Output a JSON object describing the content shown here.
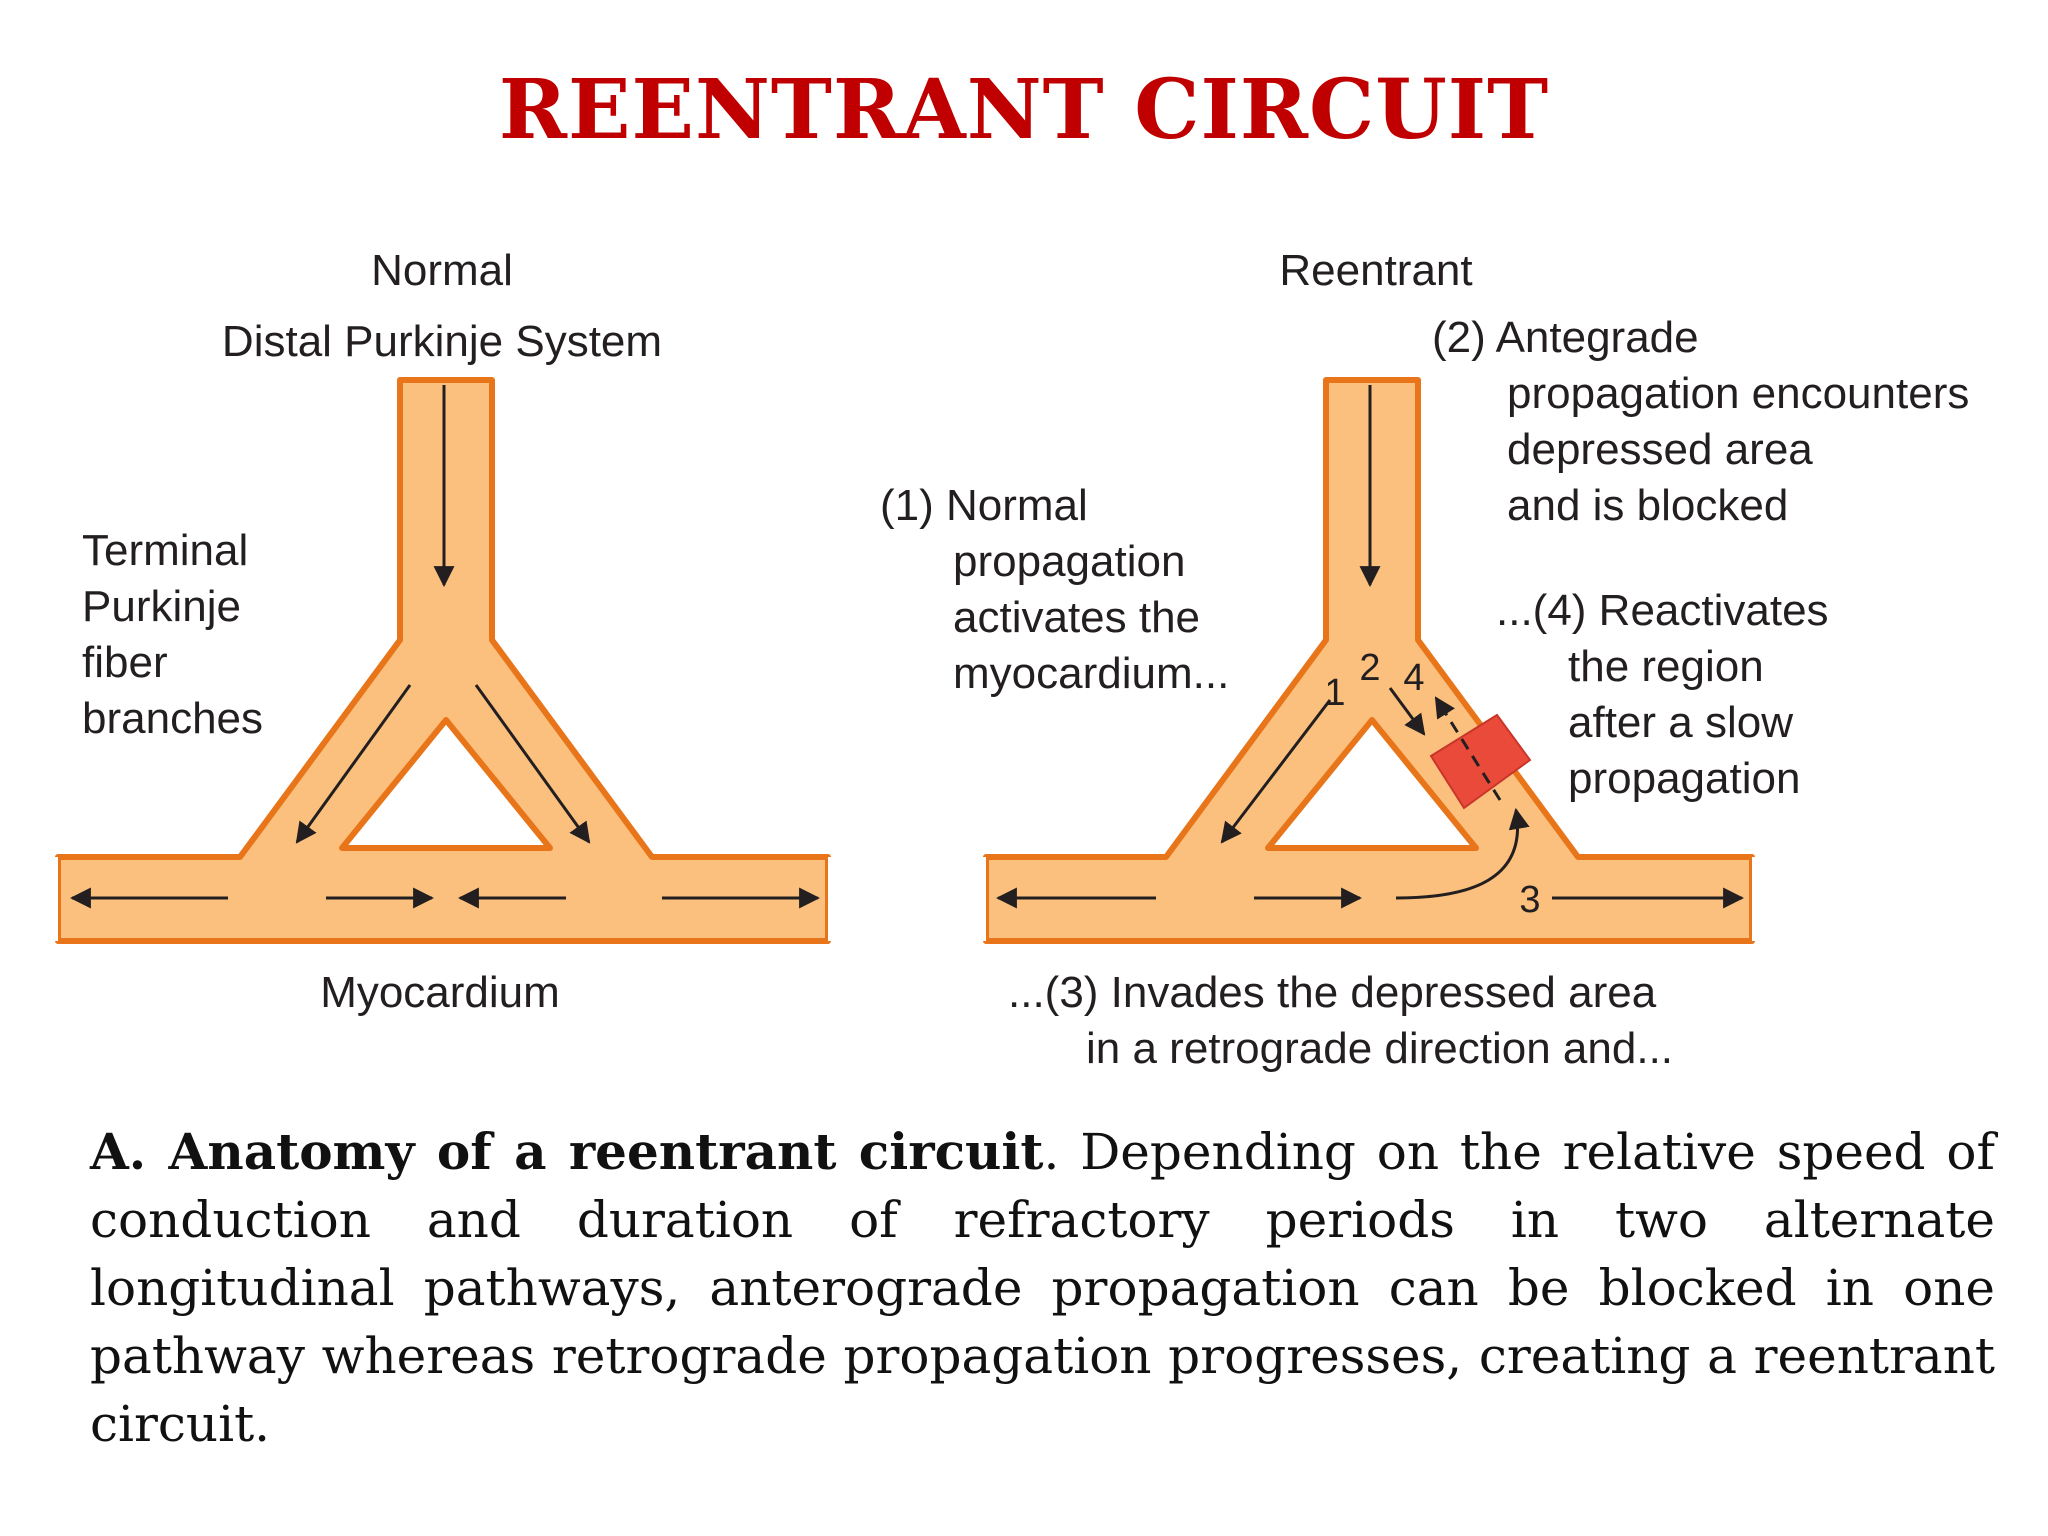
{
  "title": "REENTRANT CIRCUIT",
  "colors": {
    "title": "#c00000",
    "fiber_fill": "#fbc07e",
    "fiber_edge": "#e8751a",
    "blocked_zone": "#ea4a3a",
    "text": "#231f20"
  },
  "normal_panel": {
    "heading": "Normal",
    "subheading": "Distal Purkinje System",
    "branches_label": [
      "Terminal",
      "Purkinje",
      "fiber",
      "branches"
    ],
    "bottom_label": "Myocardium"
  },
  "reentrant_panel": {
    "heading": "Reentrant",
    "step1": [
      "(1) Normal",
      "propagation",
      "activates the",
      "myocardium..."
    ],
    "step2": [
      "(2) Antegrade",
      "propagation encounters",
      "depressed area",
      "and is blocked"
    ],
    "step4": [
      "...(4) Reactivates",
      "the region",
      "after a slow",
      "propagation"
    ],
    "step3": [
      "...(3) Invades the depressed area",
      "in a retrograde direction and..."
    ],
    "markers": [
      "1",
      "2",
      "4",
      "3"
    ]
  },
  "caption": {
    "bold": "A. Anatomy of a reentrant circuit",
    "text": ". Depending on the relative speed of conduction and duration of refractory periods in two alternate longitudinal pathways, anterograde propagation can be blocked in one pathway whereas retrograde propagation progresses, creating a reentrant circuit."
  }
}
